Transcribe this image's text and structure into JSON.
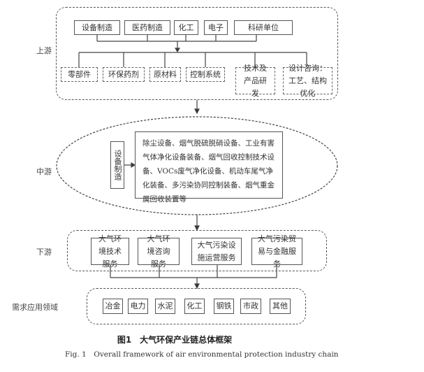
{
  "upstream": {
    "label": "上游",
    "top_boxes": [
      "设备制造",
      "医药制造",
      "化工",
      "电子",
      "科研单位"
    ],
    "bottom_boxes": [
      "零部件",
      "环保药剂",
      "原材料",
      "控制系统",
      "技术及产品研发",
      "设计咨询：工艺、结构优化"
    ]
  },
  "midstream": {
    "label": "中游",
    "category": "设备制造",
    "details": "除尘设备、烟气脱硫脱硝设备、工业有害气体净化设备装备、烟气回收控制技术设备、VOCs废气净化设备、机动车尾气净化装备、多污染协同控制装备、烟气重金属回收装置等"
  },
  "downstream": {
    "label": "下游",
    "boxes": [
      "大气环境技术服务",
      "大气环境咨询服务",
      "大气污染设施运营服务",
      "大气污染贸易与金融服务"
    ]
  },
  "demand": {
    "label": "需求应用领域",
    "boxes": [
      "冶金",
      "电力",
      "水泥",
      "化工",
      "钢铁",
      "市政",
      "其他"
    ]
  },
  "caption": {
    "cn": "图1　大气环保产业链总体框架",
    "en": "Fig. 1　Overall framework of air environmental protection industry chain"
  }
}
